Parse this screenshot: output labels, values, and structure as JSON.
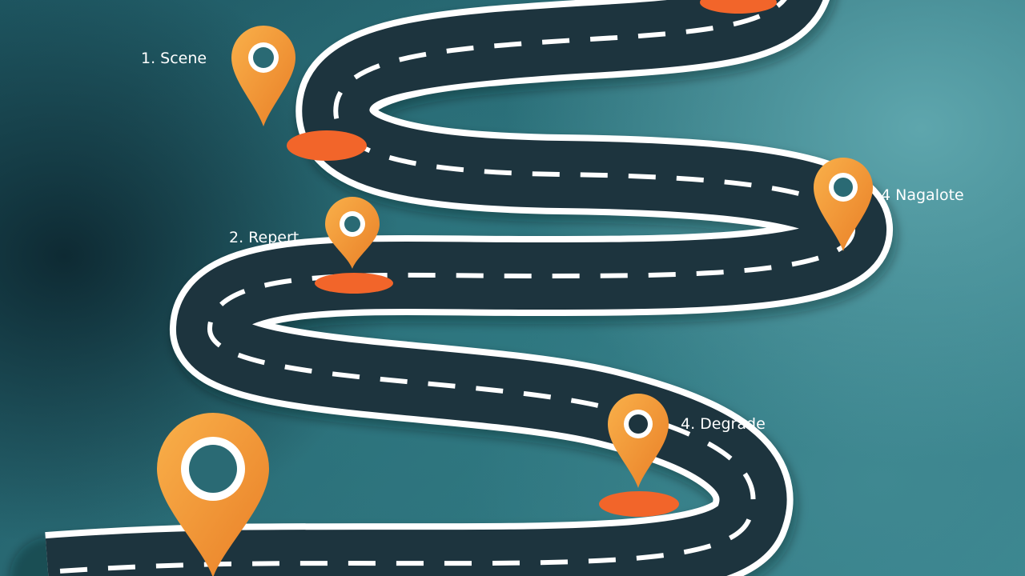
{
  "colors": {
    "road": "#1d343e",
    "road_edge": "#ffffff",
    "pin_light": "#f7a13e",
    "pin_dark": "#e9802a",
    "marker": "#f2652a"
  },
  "steps": [
    {
      "label": "1. Scene",
      "icon": "map-pin-icon"
    },
    {
      "label": "2. Repert",
      "icon": "map-pin-icon"
    },
    {
      "label": "4 Nagalote",
      "icon": "map-pin-icon"
    },
    {
      "label": "4. Degrade",
      "icon": "map-pin-icon"
    },
    {
      "label": "",
      "icon": "map-pin-icon"
    }
  ]
}
